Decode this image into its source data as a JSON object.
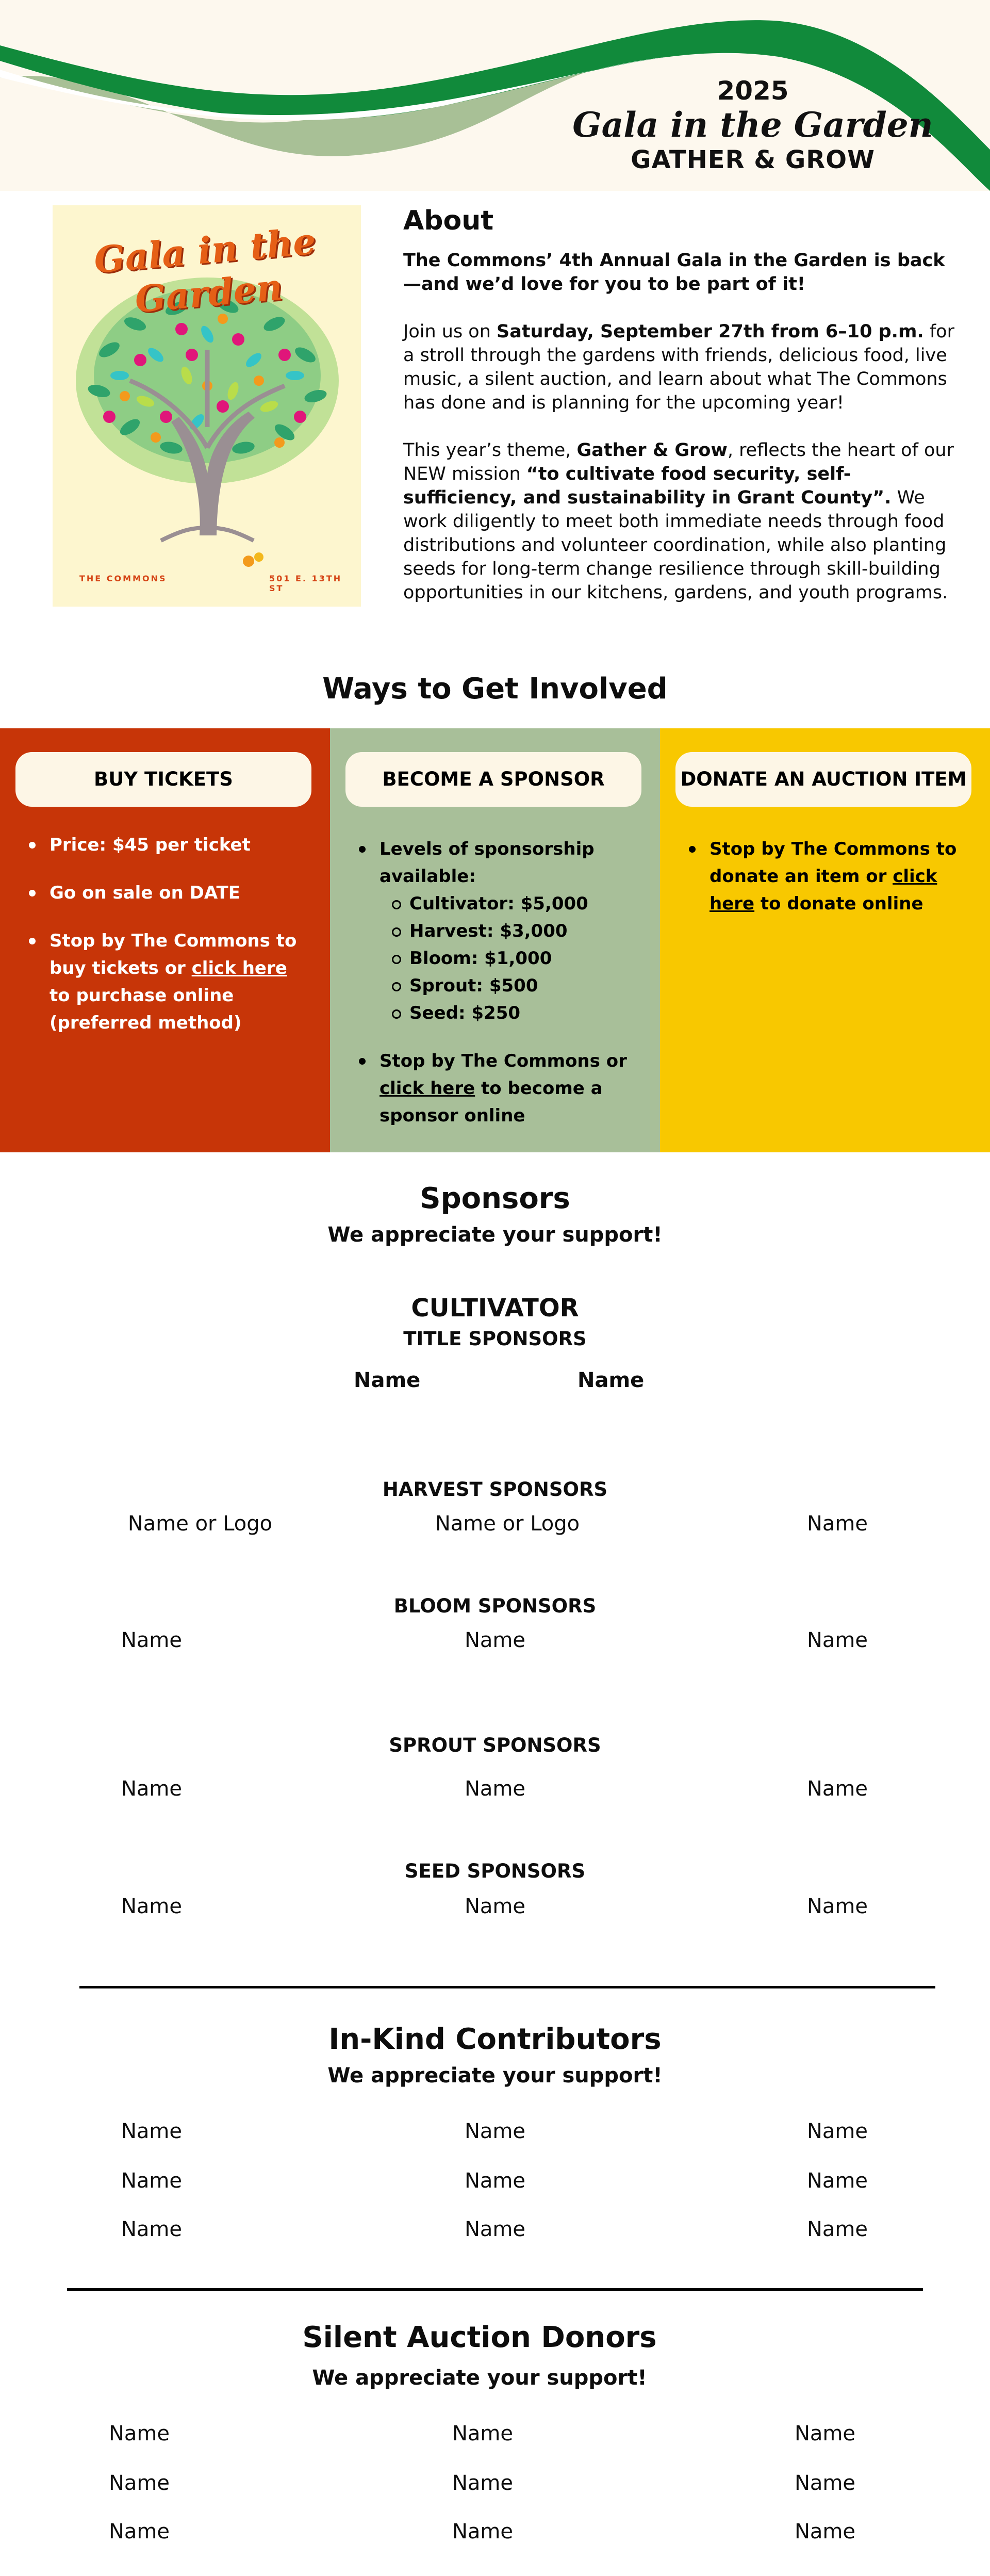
{
  "header": {
    "year": "2025",
    "event_name": "Gala in the Garden",
    "theme": "GATHER & GROW",
    "colors": {
      "dark_green": "#118a3b",
      "light_green": "#a8c096",
      "cream": "#fdf8ee"
    }
  },
  "poster": {
    "title": "Gala in the Garden",
    "org": "THE COMMONS",
    "address": "501 E. 13TH ST"
  },
  "about": {
    "heading": "About",
    "intro": "The Commons’ 4th Annual Gala in the Garden is back—and we’d love for you to be part of it!",
    "p2_lead": "Join us on ",
    "p2_date": "Saturday, September 27th from 6–10 p.m.",
    "p2_rest": " for a stroll through the gardens with friends, delicious food, live music, a silent auction, and learn about what The Commons has done and is planning for the upcoming year!",
    "p3_lead": "This year’s theme, ",
    "p3_theme": "Gather & Grow",
    "p3_mid": ", reflects the heart of our NEW mission ",
    "p3_mission": "“to cultivate food security, self-sufficiency, and sustainability in Grant County”.",
    "p3_rest": " We work diligently to meet both immediate needs through food distributions and volunteer coordination,  while also planting seeds for long-term change resilience through skill-building opportunities in our kitchens, gardens, and youth programs."
  },
  "ways": {
    "title": "Ways to Get Involved",
    "tickets": {
      "button": "BUY TICKETS",
      "item1": "Price: $45 per ticket",
      "item2": "Go on sale on DATE",
      "item3_lead": "Stop by The Commons to buy tickets or ",
      "item3_link": "click here",
      "item3_rest": " to purchase online (preferred method)",
      "color": "#c73508"
    },
    "sponsor": {
      "button": "BECOME A SPONSOR",
      "levels_label": "Levels of sponsorship available:",
      "levels": [
        "Cultivator: $5,000",
        "Harvest: $3,000",
        "Bloom: $1,000",
        "Sprout: $500",
        "Seed: $250"
      ],
      "item2_lead": "Stop by The Commons or ",
      "item2_link": "click here",
      "item2_rest": " to become a sponsor online",
      "color": "#a8bf99"
    },
    "donate": {
      "button": "DONATE AN AUCTION ITEM",
      "item1_lead": "Stop by The Commons to donate an item or ",
      "item1_link": "click here",
      "item1_rest": " to donate online",
      "color": "#f8c800"
    }
  },
  "sponsors": {
    "title": "Sponsors",
    "thanks": "We appreciate your support!",
    "cultivator": {
      "level": "CULTIVATOR",
      "tier": "TITLE SPONSORS",
      "names": [
        "Name",
        "Name"
      ]
    },
    "harvest": {
      "tier": "HARVEST SPONSORS",
      "names": [
        "Name or Logo",
        "Name or Logo",
        "Name"
      ]
    },
    "bloom": {
      "tier": "BLOOM SPONSORS",
      "names": [
        "Name",
        "Name",
        "Name"
      ]
    },
    "sprout": {
      "tier": "SPROUT SPONSORS",
      "names": [
        "Name",
        "Name",
        "Name"
      ]
    },
    "seed": {
      "tier": "SEED SPONSORS",
      "names": [
        "Name",
        "Name",
        "Name"
      ]
    }
  },
  "inkind": {
    "title": "In-Kind Contributors",
    "thanks": "We appreciate your support!",
    "rows": [
      [
        "Name",
        "Name",
        "Name"
      ],
      [
        "Name",
        "Name",
        "Name"
      ],
      [
        "Name",
        "Name",
        "Name"
      ]
    ]
  },
  "auction": {
    "title": "Silent Auction Donors",
    "thanks": "We appreciate your support!",
    "rows": [
      [
        "Name",
        "Name",
        "Name"
      ],
      [
        "Name",
        "Name",
        "Name"
      ],
      [
        "Name",
        "Name",
        "Name"
      ]
    ]
  }
}
